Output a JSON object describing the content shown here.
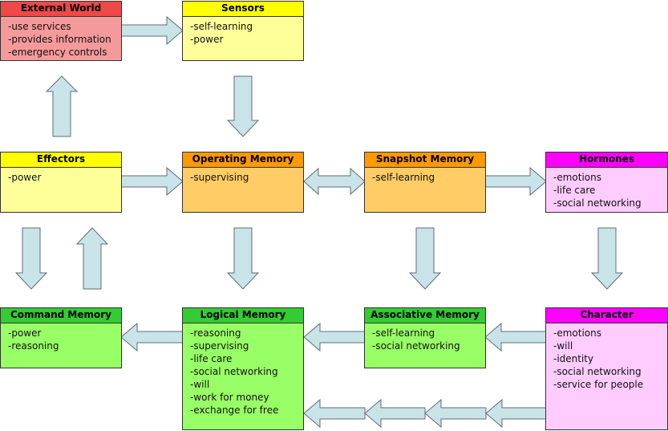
{
  "boxes": {
    "external_world": {
      "title": "External World",
      "items": [
        "-use services",
        "-provides information",
        "-emergency controls"
      ],
      "header_color": "#ee4949",
      "body_color": "#f59a9a"
    },
    "sensors": {
      "title": "Sensors",
      "items": [
        "-self-learning",
        "-power"
      ],
      "header_color": "#ffff00",
      "body_color": "#ffff99"
    },
    "effectors": {
      "title": "Effectors",
      "items": [
        "-power"
      ],
      "header_color": "#ffff00",
      "body_color": "#ffff99"
    },
    "operating_memory": {
      "title": "Operating Memory",
      "items": [
        "-supervising"
      ],
      "header_color": "#ff9900",
      "body_color": "#ffcc66"
    },
    "snapshot_memory": {
      "title": "Snapshot Memory",
      "items": [
        "-self-learning"
      ],
      "header_color": "#ff9900",
      "body_color": "#ffcc66"
    },
    "hormones": {
      "title": "Hormones",
      "items": [
        "-emotions",
        "-life care",
        "-social networking"
      ],
      "header_color": "#ff00ff",
      "body_color": "#ffccff"
    },
    "command_memory": {
      "title": "Command Memory",
      "items": [
        "-power",
        "-reasoning"
      ],
      "header_color": "#33cc33",
      "body_color": "#99ff66"
    },
    "logical_memory": {
      "title": "Logical Memory",
      "items": [
        "-reasoning",
        "-supervising",
        "-life care",
        "-social networking",
        "-will",
        "-work for money",
        "-exchange for free"
      ],
      "header_color": "#33cc33",
      "body_color": "#99ff66"
    },
    "associative_memory": {
      "title": "Associative Memory",
      "items": [
        "-self-learning",
        "-social networking"
      ],
      "header_color": "#33cc33",
      "body_color": "#99ff66"
    },
    "character": {
      "title": "Character",
      "items": [
        "-emotions",
        "-will",
        "-identity",
        "-social networking",
        "-service for people"
      ],
      "header_color": "#ff00ff",
      "body_color": "#ffccff"
    }
  },
  "arrow_color": "#c9e4e9"
}
